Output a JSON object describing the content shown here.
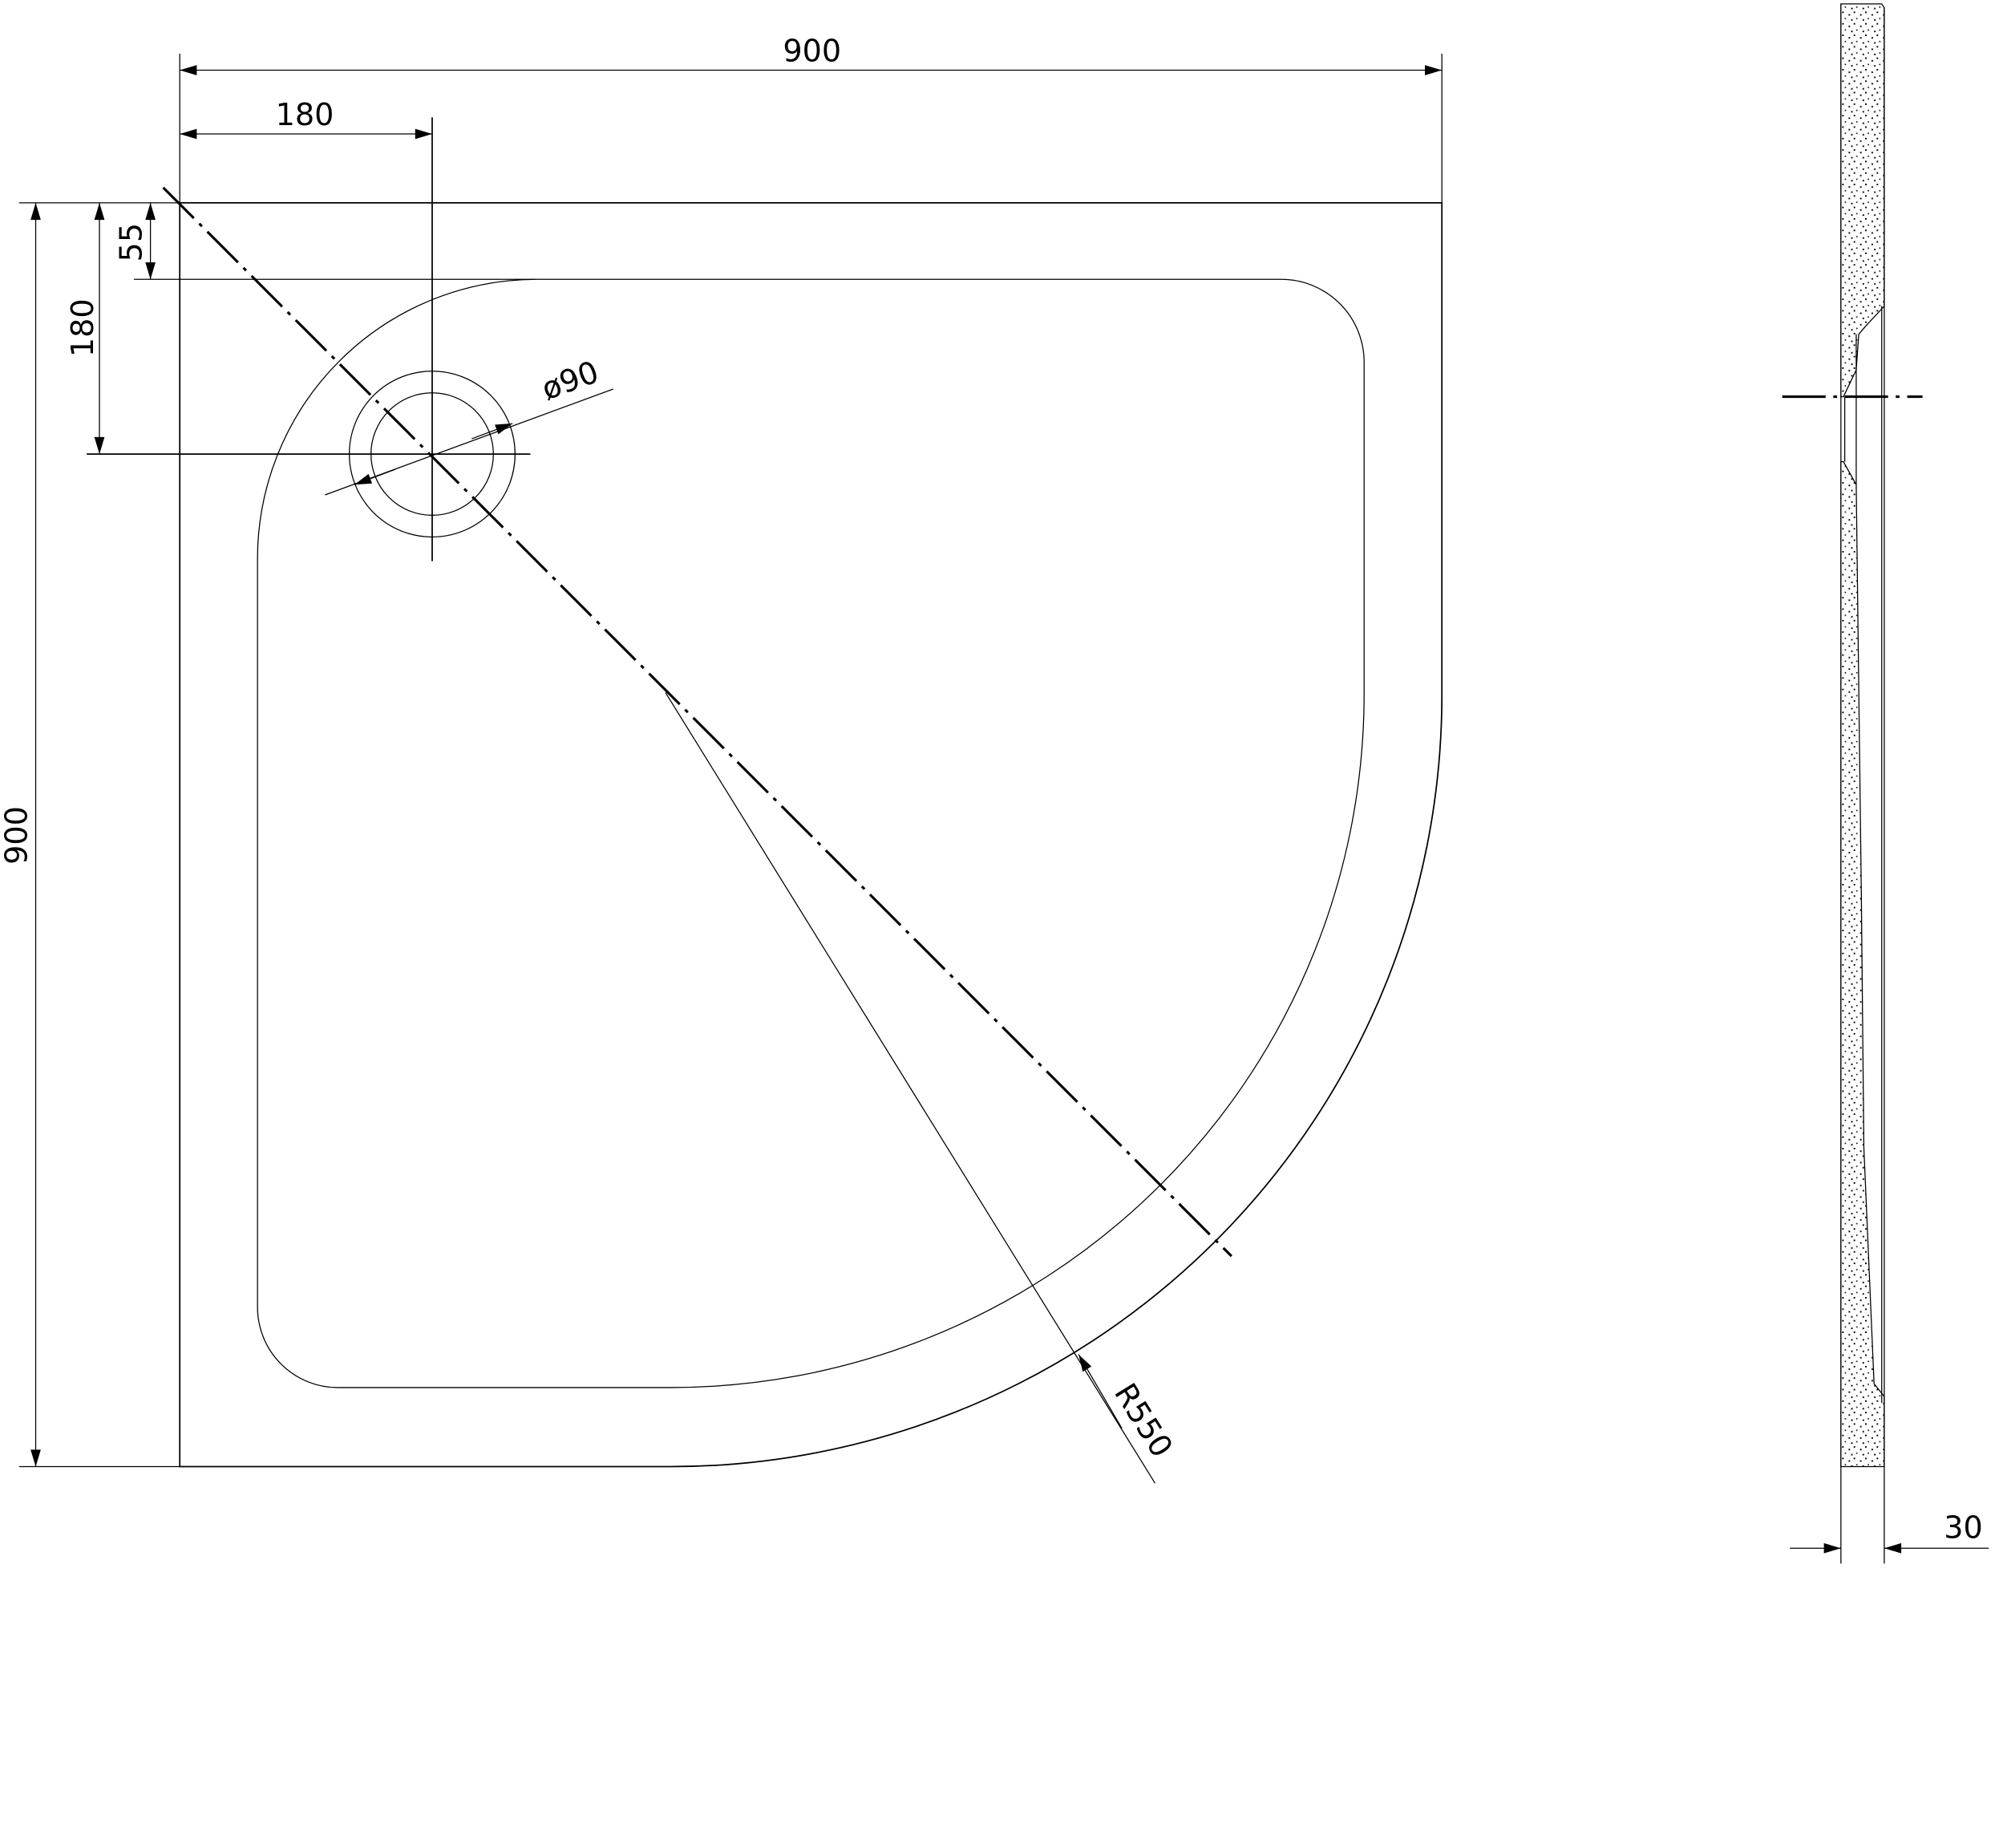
{
  "drawing": {
    "dimensions": {
      "overall_width": "900",
      "drain_offset_x": "180",
      "overall_depth": "900",
      "drain_offset_y": "180",
      "rim_width": "55",
      "drain_diameter": "ø90",
      "radius": "R550",
      "thickness": "30"
    },
    "line_color": "#000000",
    "background": "#ffffff"
  }
}
